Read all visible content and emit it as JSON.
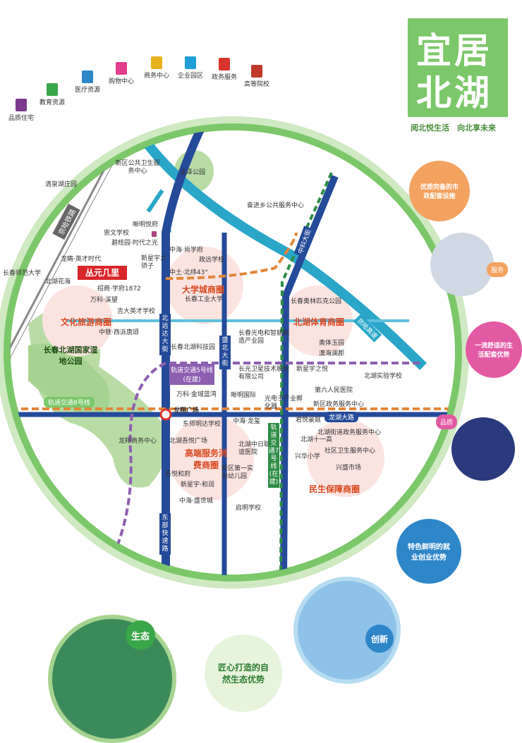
{
  "title": {
    "line1": "宜居",
    "line2": "北湖",
    "slogan": "阅北悦生活　向北享未来"
  },
  "categories": [
    {
      "label": "品质住宅",
      "icon": "house-icon",
      "color": "#7b3a8c"
    },
    {
      "label": "教育资源",
      "icon": "education-icon",
      "color": "#3aa64a"
    },
    {
      "label": "医疗资源",
      "icon": "hospital-icon",
      "color": "#2e86c9"
    },
    {
      "label": "购物中心",
      "icon": "shopping-icon",
      "color": "#e23d8e"
    },
    {
      "label": "商务中心",
      "icon": "business-icon",
      "color": "#e8b21e"
    },
    {
      "label": "企业园区",
      "icon": "park-icon",
      "color": "#1f9ed8"
    },
    {
      "label": "政务服务",
      "icon": "government-icon",
      "color": "#d8342b"
    },
    {
      "label": "高等院校",
      "icon": "university-icon",
      "color": "#c0392b"
    }
  ],
  "project": {
    "name": "丛元几里"
  },
  "places": {
    "qingquan": "清泉湖庄园",
    "xinqu_health": "新区公共卫生服务中心",
    "longze_park": "龙泽公园",
    "jinggui": "京哈铁路",
    "chunwen": "崇文学校",
    "xiyue": "晰明悦府",
    "biguiyuan": "碧桂园·时代之光",
    "longchi": "龙畴·英才时代",
    "xinxingyu": "新星宇之骄子",
    "beihuhuahai": "北湖花海",
    "zhaoshang": "招商·学府1872",
    "wanke": "万科·溪望",
    "changchun_normal": "长春师范大学",
    "zhonghai_shangxuefu": "中海·尚学府",
    "zhengyuan": "政远学校",
    "zhongtu": "中土·北纬43°",
    "jida": "吉大英才学校",
    "zhongtie": "中铁·西派唐颂",
    "gongye": "长春工业大学",
    "fenjin": "奋进乡公共服务中心",
    "aolin": "长春奥林匹克公园",
    "guangdian": "长春光电和智能制造产业园",
    "keji_park": "长春北湖科技园",
    "aotiyu": "奥体玉园",
    "aohai": "澳海澜郡",
    "changguang": "长光卫星技术股份有限公司",
    "xinxingyu_yue": "新星宇之悦",
    "hospital6": "第六人民医院",
    "beihu_school": "北湖实验学校",
    "wanke_jinyu": "万科·金域蓝湾",
    "ximing": "晰明国际",
    "guangdianzi": "光电子产业孵化器",
    "zhengwu": "新区政务服务中心",
    "junyue": "君悦豪庭",
    "beihu_wetland": "长春北湖国家湿地公园",
    "longxiang_biz": "龙翔商务中心",
    "dongshi": "东师明达学校",
    "beihu_jiayue": "北湖吾悦广场",
    "zhonghai_longxi": "中海·龙玺",
    "beihu_zhongri": "北湖中日联谊医院",
    "jiedao": "北湖街道政务服务中心",
    "yizhong": "北湖十一高",
    "shequ": "社区卫生服务中心",
    "xinghua": "兴华小学",
    "xingsheng": "兴盛市场",
    "wuyue": "吾悦和府",
    "xinxingyu_he": "新星宇·和润",
    "diyi": "新区第一实验幼儿园",
    "zhonghai_sheng": "中海·盛世城",
    "qiming": "启明学校"
  },
  "roads": {
    "beiyuanda": "北远达大街",
    "shengbei": "盛北大街",
    "zhongke": "中科大街",
    "jingha_highway": "京哈高速",
    "longhu": "龙湖大路",
    "dongbu": "东部快速路",
    "guidao5": "轨道交通5号线(在建)",
    "guidao7": "轨道交通7号线(在建)",
    "guidao8": "轨道交通8号线",
    "longxiang_square": "龙翔广场"
  },
  "zones": {
    "daxuecheng": "大学城商圈",
    "wenhua": "文化旅游商圈",
    "tiyu": "北湖体育商圈",
    "gaoduan": "高端服务消费商圈",
    "minsheng": "民生保障商圈"
  },
  "features": {
    "service_bubble": "优质完备的市政配套设施",
    "service_tag": "服务",
    "quality_bubble": "一流舒适的生活配套优势",
    "quality_tag": "品质",
    "job_bubble": "特色鲜明的就业创业优势",
    "innovate_tag": "创新",
    "eco_tag": "生态",
    "eco_bubble": "匠心打造的自然生态优势"
  },
  "colors": {
    "green": "#7cc76a",
    "navy": "#254a9a",
    "teal": "#2aa6c9",
    "orange": "#d9481f",
    "purple": "#8d5fb0"
  }
}
